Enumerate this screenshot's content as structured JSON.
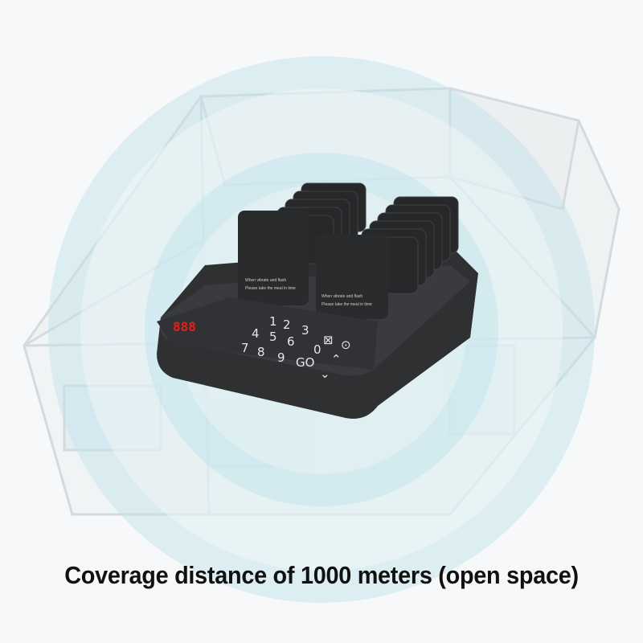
{
  "caption": "Coverage distance of 1000 meters (open space)",
  "device": {
    "display": "888",
    "keys": [
      "1",
      "2",
      "3",
      "4",
      "5",
      "6",
      "7",
      "8",
      "9",
      "0",
      "GO"
    ],
    "pager_text": [
      "When vibrate and flash",
      "Please take the meal in time"
    ]
  },
  "colors": {
    "signal": "#bfe3ec",
    "device": "#2f3032",
    "display": "#e0201c"
  }
}
